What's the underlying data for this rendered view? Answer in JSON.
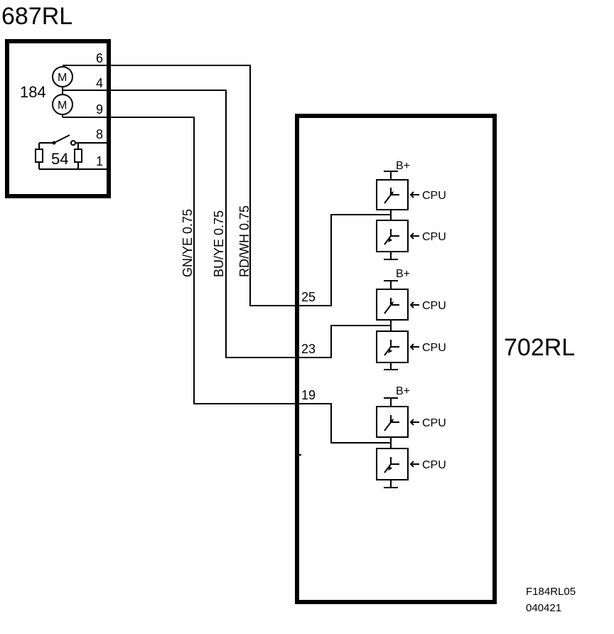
{
  "left_component": {
    "name": "687RL",
    "motor_id": "184",
    "motor_symbol": "M",
    "switch_id": "54",
    "pins": [
      "6",
      "4",
      "9",
      "8",
      "1"
    ]
  },
  "right_component": {
    "name": "702RL",
    "pins": [
      "25",
      "23",
      "19"
    ],
    "supply_label": "B+",
    "control_label": "CPU"
  },
  "wires": [
    {
      "label": "GN/YE 0.75"
    },
    {
      "label": "BU/YE 0.75"
    },
    {
      "label": "RD/WH 0.75"
    }
  ],
  "reference": {
    "code": "F184RL05",
    "date": "040421"
  }
}
